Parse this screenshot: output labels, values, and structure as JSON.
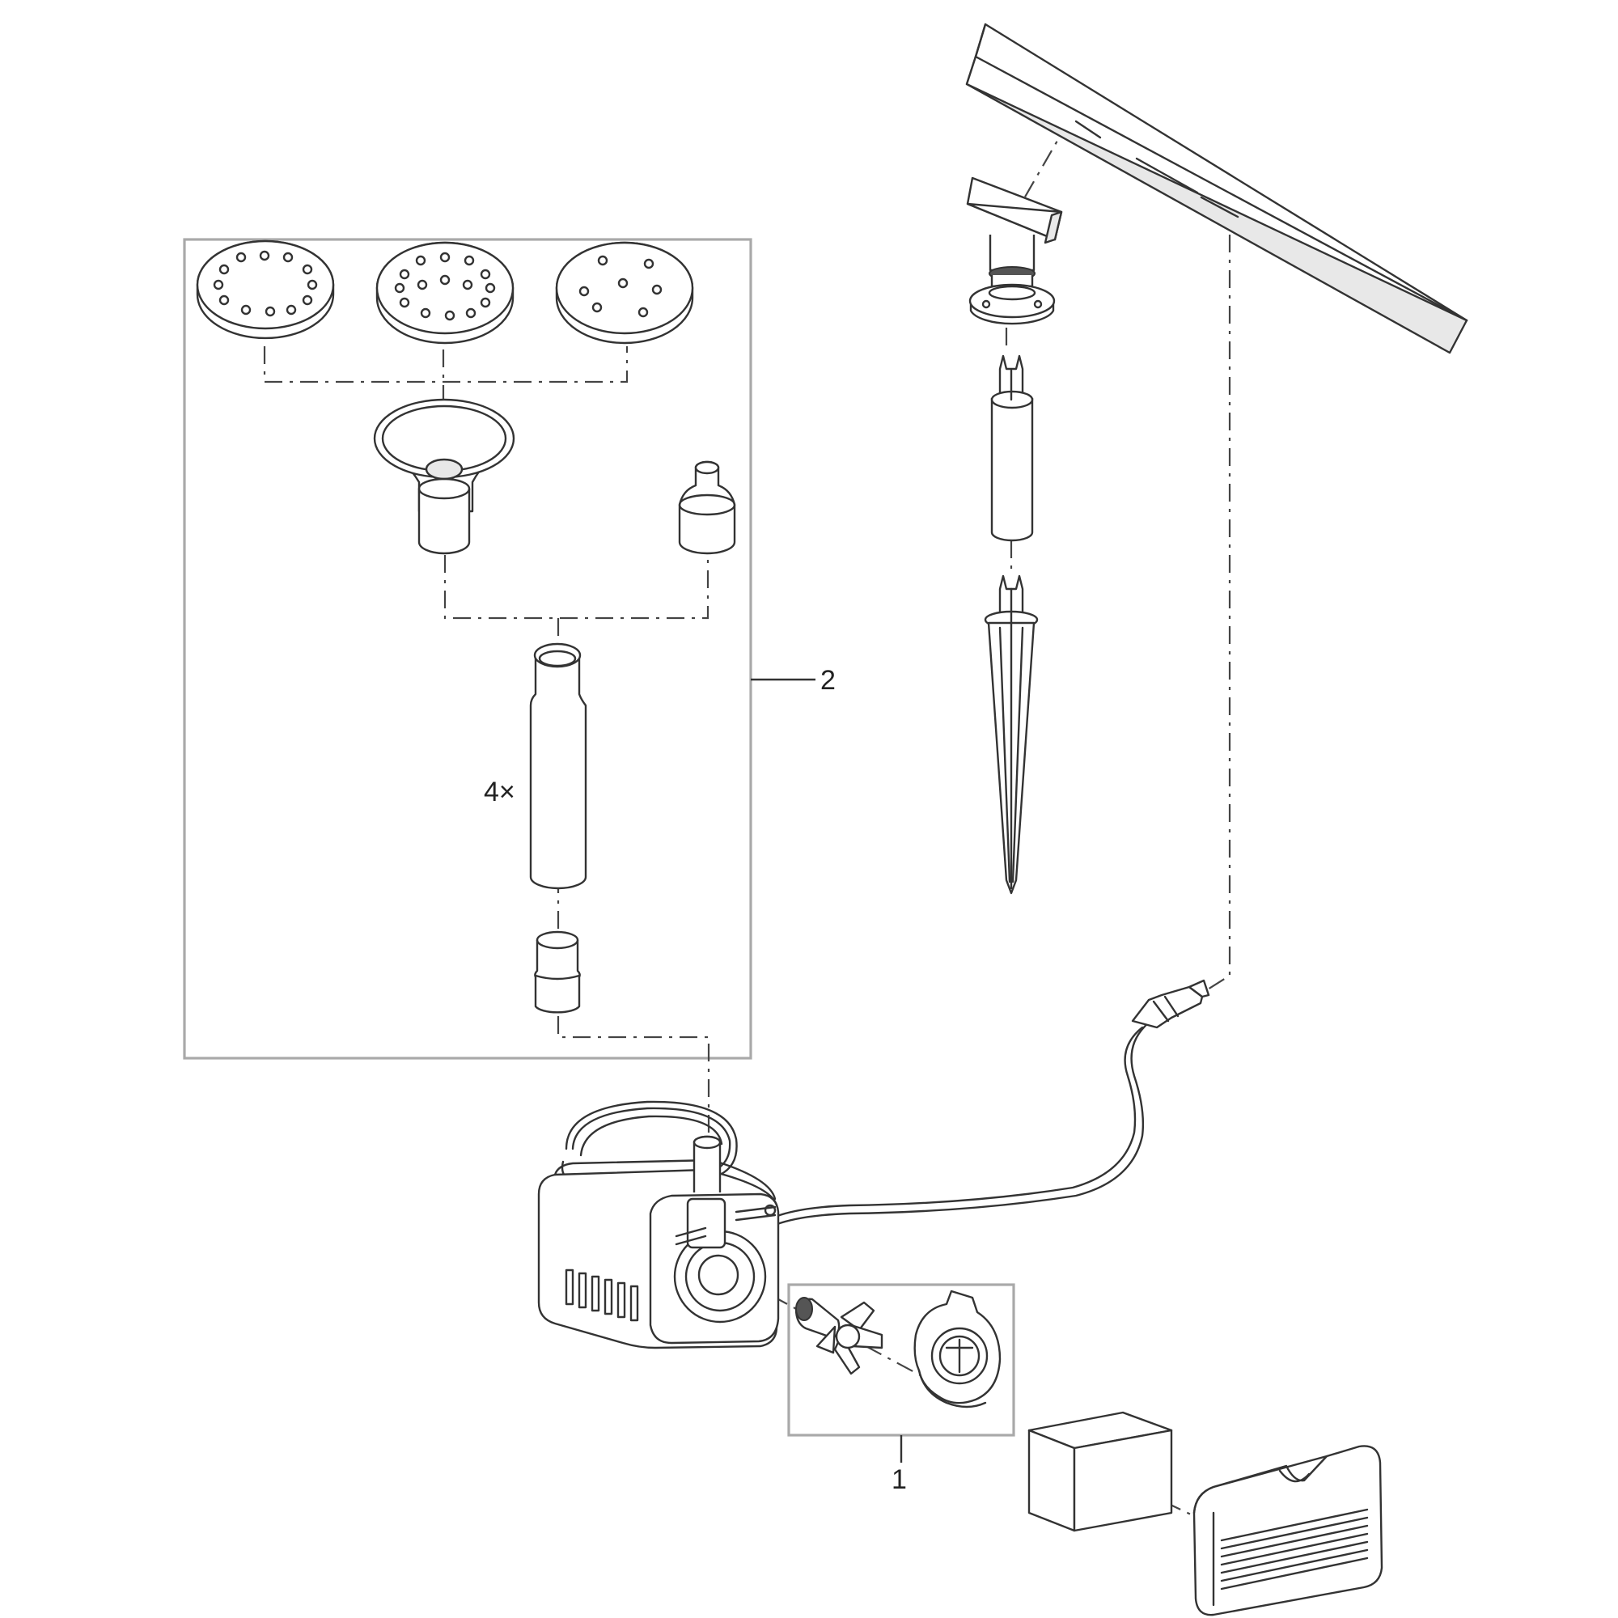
{
  "callouts": {
    "impeller_set": "1",
    "nozzle_set": "2",
    "extension_qty": "4×"
  },
  "colors": {
    "line": "#333333",
    "frame": "#a9a9a9",
    "background": "#ffffff"
  }
}
